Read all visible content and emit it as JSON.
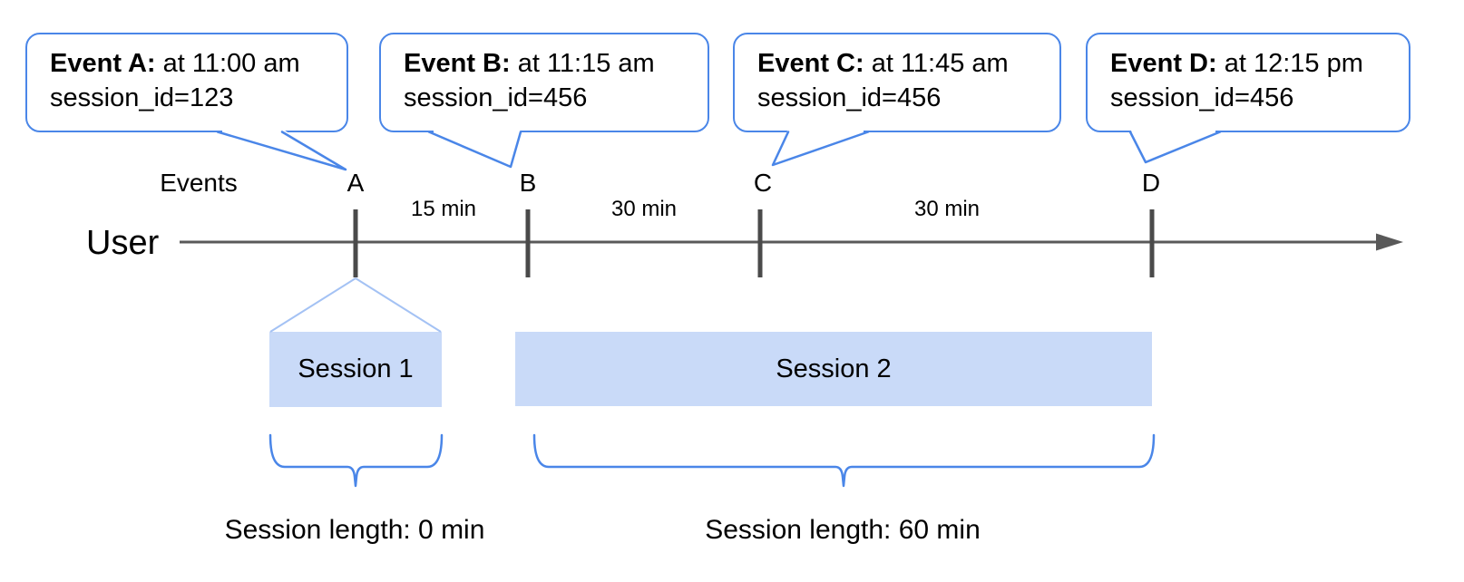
{
  "colors": {
    "bubble_border": "#4a86e8",
    "brace": "#4a86e8",
    "session_fill": "#c9daf8",
    "funnel_line": "#a4c2f4",
    "timeline": "#595959",
    "tick": "#4a4a4a",
    "text": "#000000"
  },
  "axis": {
    "events_label": "Events",
    "user_label": "User"
  },
  "callouts": [
    {
      "event": "Event A:",
      "time": "at 11:00 am",
      "session": "session_id=123"
    },
    {
      "event": "Event B:",
      "time": "at 11:15 am",
      "session": "session_id=456"
    },
    {
      "event": "Event C:",
      "time": "at 11:45 am",
      "session": "session_id=456"
    },
    {
      "event": "Event D:",
      "time": "at 12:15 pm",
      "session": "session_id=456"
    }
  ],
  "marks": [
    {
      "label": "A"
    },
    {
      "label": "B"
    },
    {
      "label": "C"
    },
    {
      "label": "D"
    }
  ],
  "intervals": [
    {
      "label": "15 min"
    },
    {
      "label": "30 min"
    },
    {
      "label": "30 min"
    }
  ],
  "sessions": [
    {
      "label": "Session 1"
    },
    {
      "label": "Session 2"
    }
  ],
  "session_lengths": [
    {
      "label": "Session length: 0 min"
    },
    {
      "label": "Session length: 60 min"
    }
  ]
}
